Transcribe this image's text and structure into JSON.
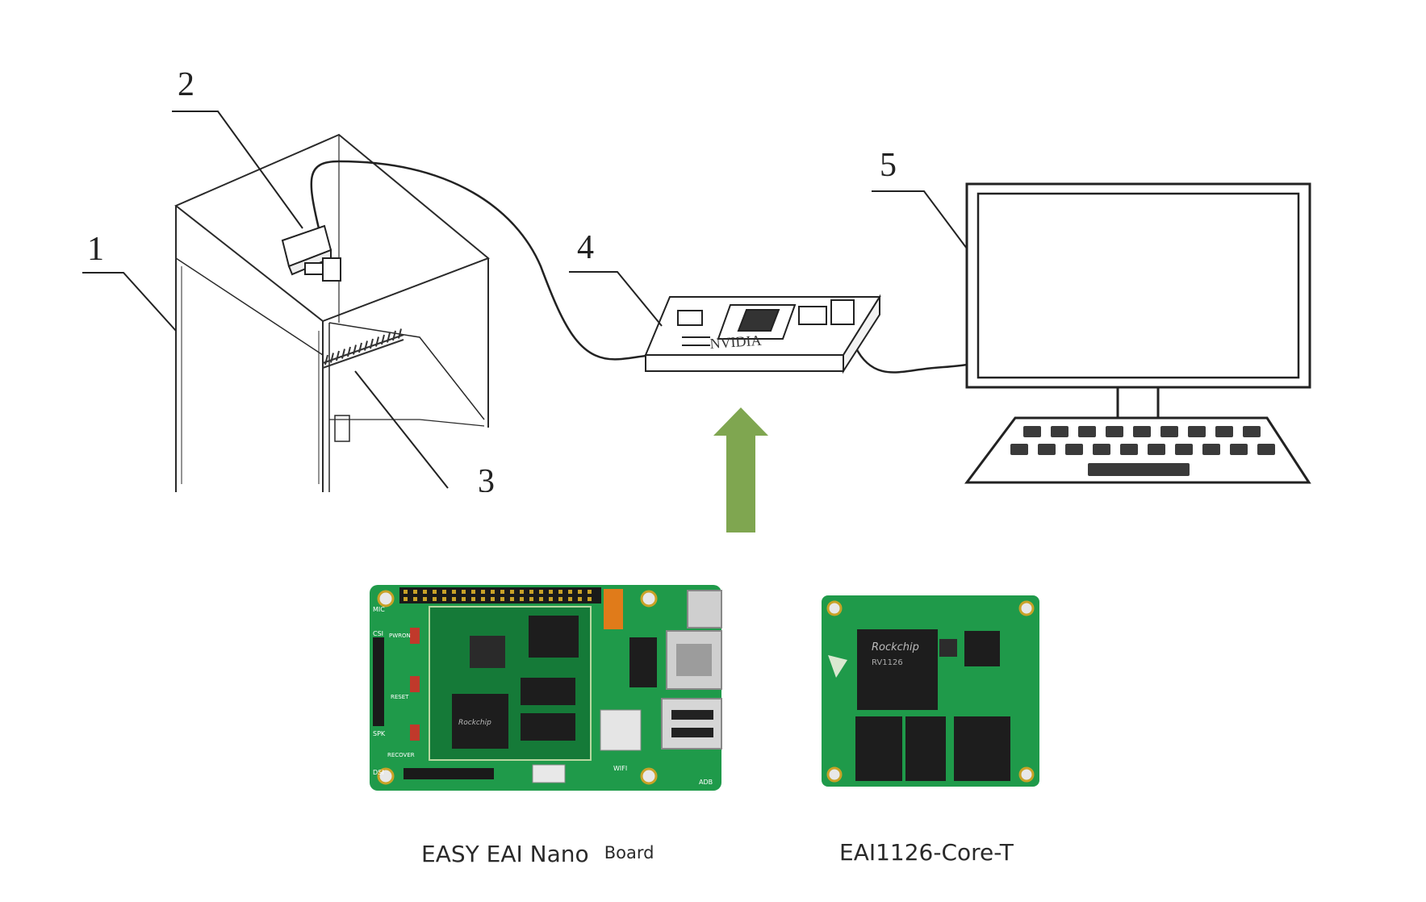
{
  "figure": {
    "part_labels": [
      "1",
      "2",
      "3",
      "4",
      "5"
    ],
    "captions": {
      "board_main": "EASY EAI Nano",
      "board_suffix": "Board",
      "core": "EAI1126-Core-T"
    },
    "board_silkscreen": {
      "mic": "MIC",
      "pwron": "PWRON",
      "csi": "CSI",
      "reset": "RESET",
      "spk": "SPK",
      "recover": "RECOVER",
      "dsi": "DSI",
      "wifi": "WIFI",
      "adb": "ADB",
      "chip_brand": "Rockchip"
    },
    "core_silkscreen": {
      "chip_brand": "Rockchip",
      "chip_model": "RV1126"
    },
    "jetson_text": "NVIDIA"
  },
  "colors": {
    "line": "#1e1e1e",
    "arrow": "#7fa650",
    "pcb": "#1f9a4a",
    "pcb_dark": "#157a38",
    "chip": "#1d1d1d",
    "gold": "#c9a227"
  }
}
